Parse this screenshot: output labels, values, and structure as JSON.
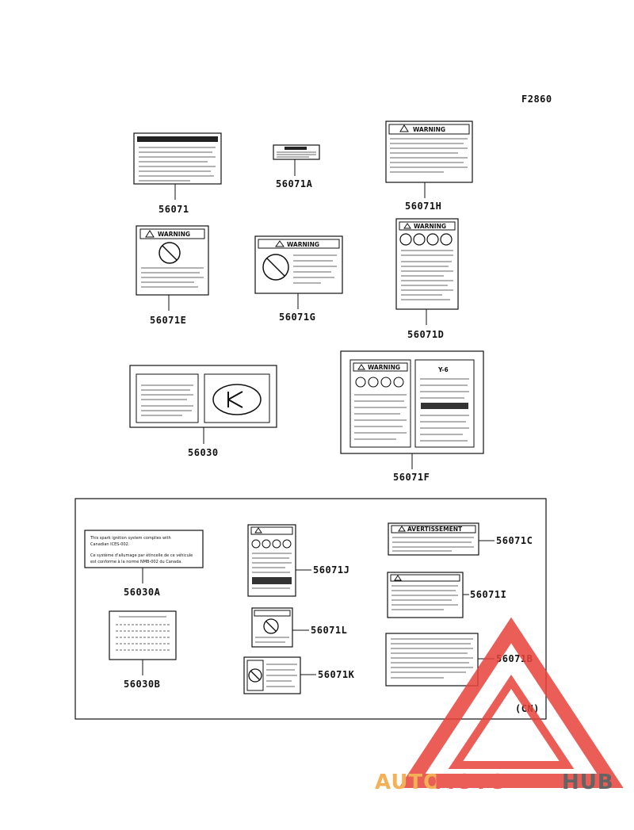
{
  "figure_code": "F2860",
  "region_tag": "(CN)",
  "parts": {
    "p56071": "56071",
    "p56071A": "56071A",
    "p56071H": "56071H",
    "p56071E": "56071E",
    "p56071G": "56071G",
    "p56071D": "56071D",
    "p56030": "56030",
    "p56071F": "56071F",
    "p56030A": "56030A",
    "p56071J": "56071J",
    "p56071C": "56071C",
    "p56071I": "56071I",
    "p56030B": "56030B",
    "p56071L": "56071L",
    "p56071B": "56071B",
    "p56071K": "56071K"
  },
  "label_headers": {
    "warning": "WARNING",
    "avertissement": "AVERTISSEMENT",
    "y6": "Y-6"
  },
  "label_texts": {
    "a30a_line1": "This spark ignition system complies with",
    "a30a_line2": "Canadian ICES-002.",
    "a30a_line3": "Ce système d'allumage par étincelle de ce véhicule",
    "a30a_line4": "est conforme à la norme NMB-002 du Canada."
  },
  "watermark": {
    "part1": "AUTO",
    "part2": "MOTO",
    "part3": "HUB",
    "color_orange": "#f2a33a",
    "color_red": "#e8433c",
    "color_dark": "#4a4a4a"
  }
}
